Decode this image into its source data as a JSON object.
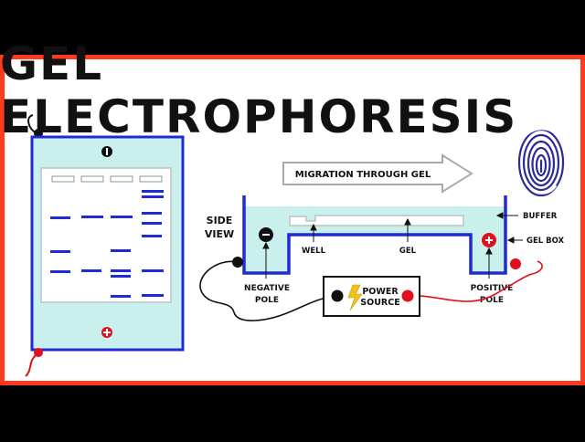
{
  "title": "GEL ELECTROPHORESIS",
  "labels": {
    "migration": "MIGRATION THROUGH GEL",
    "side_view_line1": "SIDE",
    "side_view_line2": "VIEW",
    "buffer": "BUFFER",
    "gel_box": "GEL BOX",
    "well": "WELL",
    "gel": "GEL",
    "negative_pole_line1": "NEGATIVE",
    "negative_pole_line2": "POLE",
    "positive_pole_line1": "POSITIVE",
    "positive_pole_line2": "POLE",
    "power_source_line1": "POWER",
    "power_source_line2": "SOURCE"
  },
  "symbols": {
    "minus": "−",
    "plus": "+"
  },
  "colors": {
    "border": "#ff3b1f",
    "gel_box": "#1e2bd6",
    "buffer": "#c9f0ec",
    "band": "#1e2bd6",
    "negative": "#111111",
    "positive": "#e0101c",
    "fingerprint": "#2e2a9a",
    "bolt": "#f2c21a"
  },
  "icons": [
    "fingerprint-icon",
    "lightning-bolt-icon",
    "minus-icon",
    "plus-icon",
    "arrow-icon"
  ]
}
